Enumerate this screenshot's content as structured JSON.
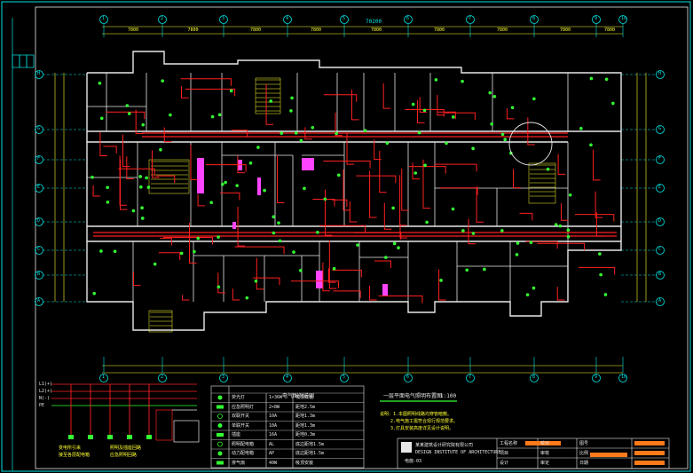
{
  "drawing": {
    "title_bar": "一层平面电气照明布置图",
    "title_scale": "1:100",
    "legend_title": "电气图例说明",
    "notes": [
      "说明：1.本图照明线路均穿管暗敷。",
      "2.电气施工需符合现行规范要求。",
      "3.灯具安装高度详见设计说明。"
    ],
    "legend_rows": [
      {
        "name": "荧光灯",
        "spec": "1×36W",
        "remark": "吸顶安装"
      },
      {
        "name": "应急照明灯",
        "spec": "2×8W",
        "remark": "距地2.5m"
      },
      {
        "name": "双联开关",
        "spec": "10A",
        "remark": "距地1.3m"
      },
      {
        "name": "单联开关",
        "spec": "10A",
        "remark": "距地1.3m"
      },
      {
        "name": "插座",
        "spec": "16A",
        "remark": "距地0.3m"
      },
      {
        "name": "照明配电箱",
        "spec": "AL",
        "remark": "底边距地1.5m"
      },
      {
        "name": "动力配电箱",
        "spec": "AP",
        "remark": "底边距地1.5m"
      },
      {
        "name": "排气扇",
        "spec": "40W",
        "remark": "吸顶安装"
      }
    ],
    "riser_labels": [
      "L1(+)",
      "L2(+)",
      "N(-)",
      "PE"
    ],
    "riser_notes": [
      "变电所引来",
      "接至各层配电箱",
      "照明及插座回路",
      "应急照明回路"
    ],
    "company_cn": "某某建筑设计研究院有限公司",
    "company_en": "DESIGN INSTITUTE OF ARCHITECTURE",
    "title_block_fields": [
      "工程名称",
      "项目",
      "设计",
      "校对",
      "审核",
      "审定",
      "图号",
      "比例",
      "日期"
    ],
    "sheet_code": "电施-03",
    "axis_top": [
      "1",
      "2",
      "3",
      "4",
      "5",
      "6",
      "7",
      "8",
      "9",
      "10"
    ],
    "axis_side": [
      "H",
      "G",
      "F",
      "E",
      "D",
      "C",
      "B",
      "A"
    ],
    "dims_top": [
      "7800",
      "7800",
      "7800",
      "7800",
      "7800",
      "7800",
      "7800",
      "7800",
      "7800"
    ],
    "overall_dim": "70200"
  },
  "colors": {
    "background": "#000000",
    "wall": "#e8e8e8",
    "circuit": "#ff2020",
    "fixture": "#33ff33",
    "axis": "#00e5e5",
    "dimension": "#ffff33",
    "device": "#ff44ff"
  }
}
